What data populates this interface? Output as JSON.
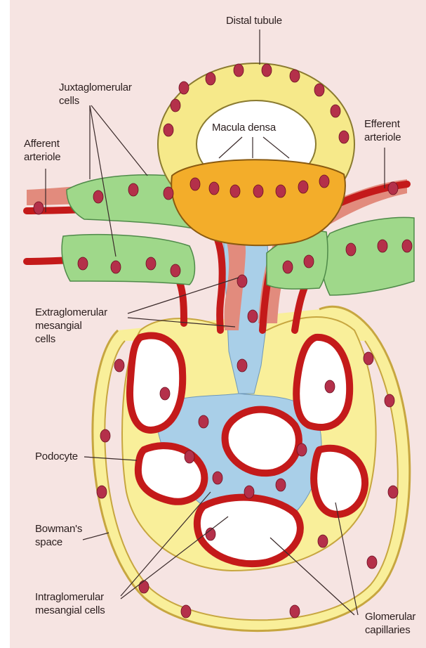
{
  "labels": {
    "distal_tubule": "Distal tubule",
    "juxtaglomerular": [
      "Juxtaglomerular",
      "cells"
    ],
    "afferent": [
      "Afferent",
      "arteriole"
    ],
    "macula_densa": "Macula densa",
    "efferent": [
      "Efferent",
      "arteriole"
    ],
    "extraglomerular": [
      "Extraglomerular",
      "mesangial",
      "cells"
    ],
    "podocyte": "Podocyte",
    "bowmans": [
      "Bowman's",
      "space"
    ],
    "intraglomerular": [
      "Intraglomerular",
      "mesangial cells"
    ],
    "glomerular_capillaries": [
      "Glomerular",
      "capillaries"
    ]
  },
  "colors": {
    "background": "#f6e4e2",
    "tubule_cell": "#f6e98a",
    "macula_densa_cell": "#f3ad2a",
    "nucleus": "#b4304a",
    "arteriole_wall": "#c41a1a",
    "juxtaglomerular_cell": "#9fd88a",
    "mesangium": "#a9cfe8",
    "capsule": "#f9ef9a",
    "leader_line": "#3a2a2a"
  }
}
